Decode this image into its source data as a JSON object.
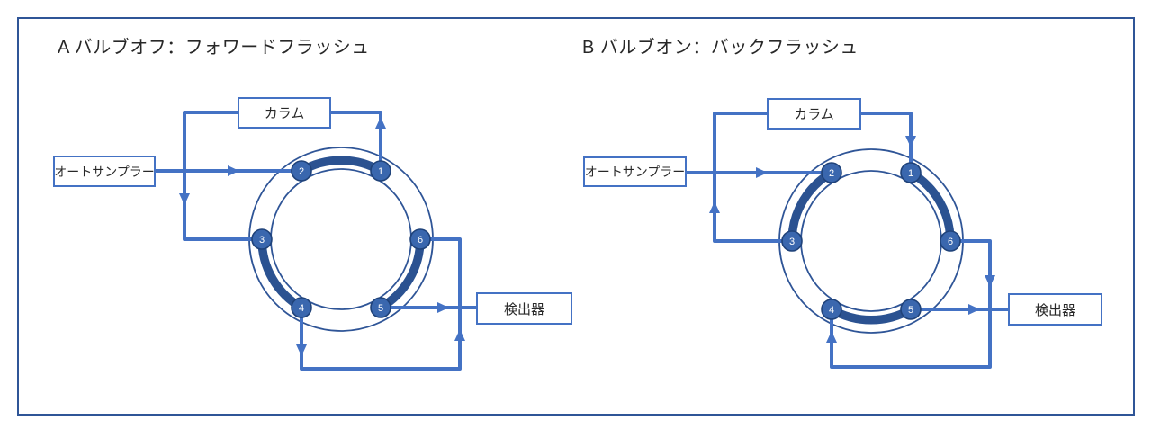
{
  "colors": {
    "tube": "#4472C4",
    "rotor": "#2B5291",
    "ring": "#2F5597",
    "port-fill": "#3A67AE",
    "port-stroke": "#1F4279",
    "frame": "#2F5597",
    "ink": "#282828",
    "bg": "#FFFFFF"
  },
  "diagrams": [
    {
      "label": "A",
      "title": "A バルブオフ：フォワードフラッシュ",
      "boxes": {
        "column": "カラム",
        "autosampler": "オートサンプラー",
        "detector": "検出器"
      },
      "ports": [
        "1",
        "2",
        "3",
        "4",
        "5",
        "6"
      ],
      "rotor_connections": [
        [
          "2",
          "1"
        ],
        [
          "3",
          "4"
        ],
        [
          "6",
          "5"
        ]
      ],
      "flow_sequence": [
        "オートサンプラー",
        "2",
        "1",
        "カラム",
        "3",
        "4",
        "6",
        "5",
        "検出器"
      ]
    },
    {
      "label": "B",
      "title": "B バルブオン：バックフラッシュ",
      "boxes": {
        "column": "カラム",
        "autosampler": "オートサンプラー",
        "detector": "検出器"
      },
      "ports": [
        "1",
        "2",
        "3",
        "4",
        "5",
        "6"
      ],
      "rotor_connections": [
        [
          "2",
          "3"
        ],
        [
          "1",
          "6"
        ],
        [
          "4",
          "5"
        ]
      ],
      "flow_sequence": [
        "オートサンプラー",
        "2",
        "3",
        "カラム",
        "1",
        "6",
        "4",
        "5",
        "検出器"
      ]
    }
  ]
}
